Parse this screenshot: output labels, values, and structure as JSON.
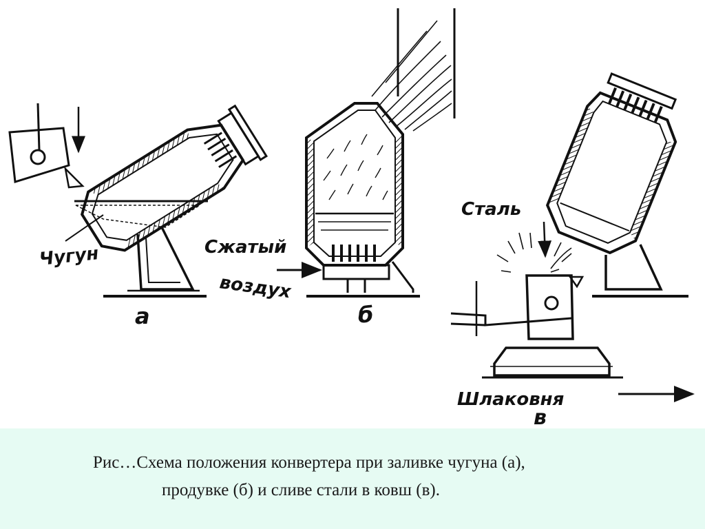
{
  "diagram": {
    "labels": {
      "cast_iron": "Чугун",
      "compressed": "Сжатый",
      "air": "воздух",
      "steel": "Сталь",
      "slag_pot": "Шлаковня",
      "a": "а",
      "b": "б",
      "c": "в"
    }
  },
  "caption": {
    "line1": "Рис…Схема положения конвертера при заливке чугуна (а),",
    "line2": "продувке (б) и сливе стали в ковш (в)."
  },
  "colors": {
    "ink": "#111111",
    "caption_band": "#e6fbf3",
    "caption_text": "#1a1a1a"
  }
}
